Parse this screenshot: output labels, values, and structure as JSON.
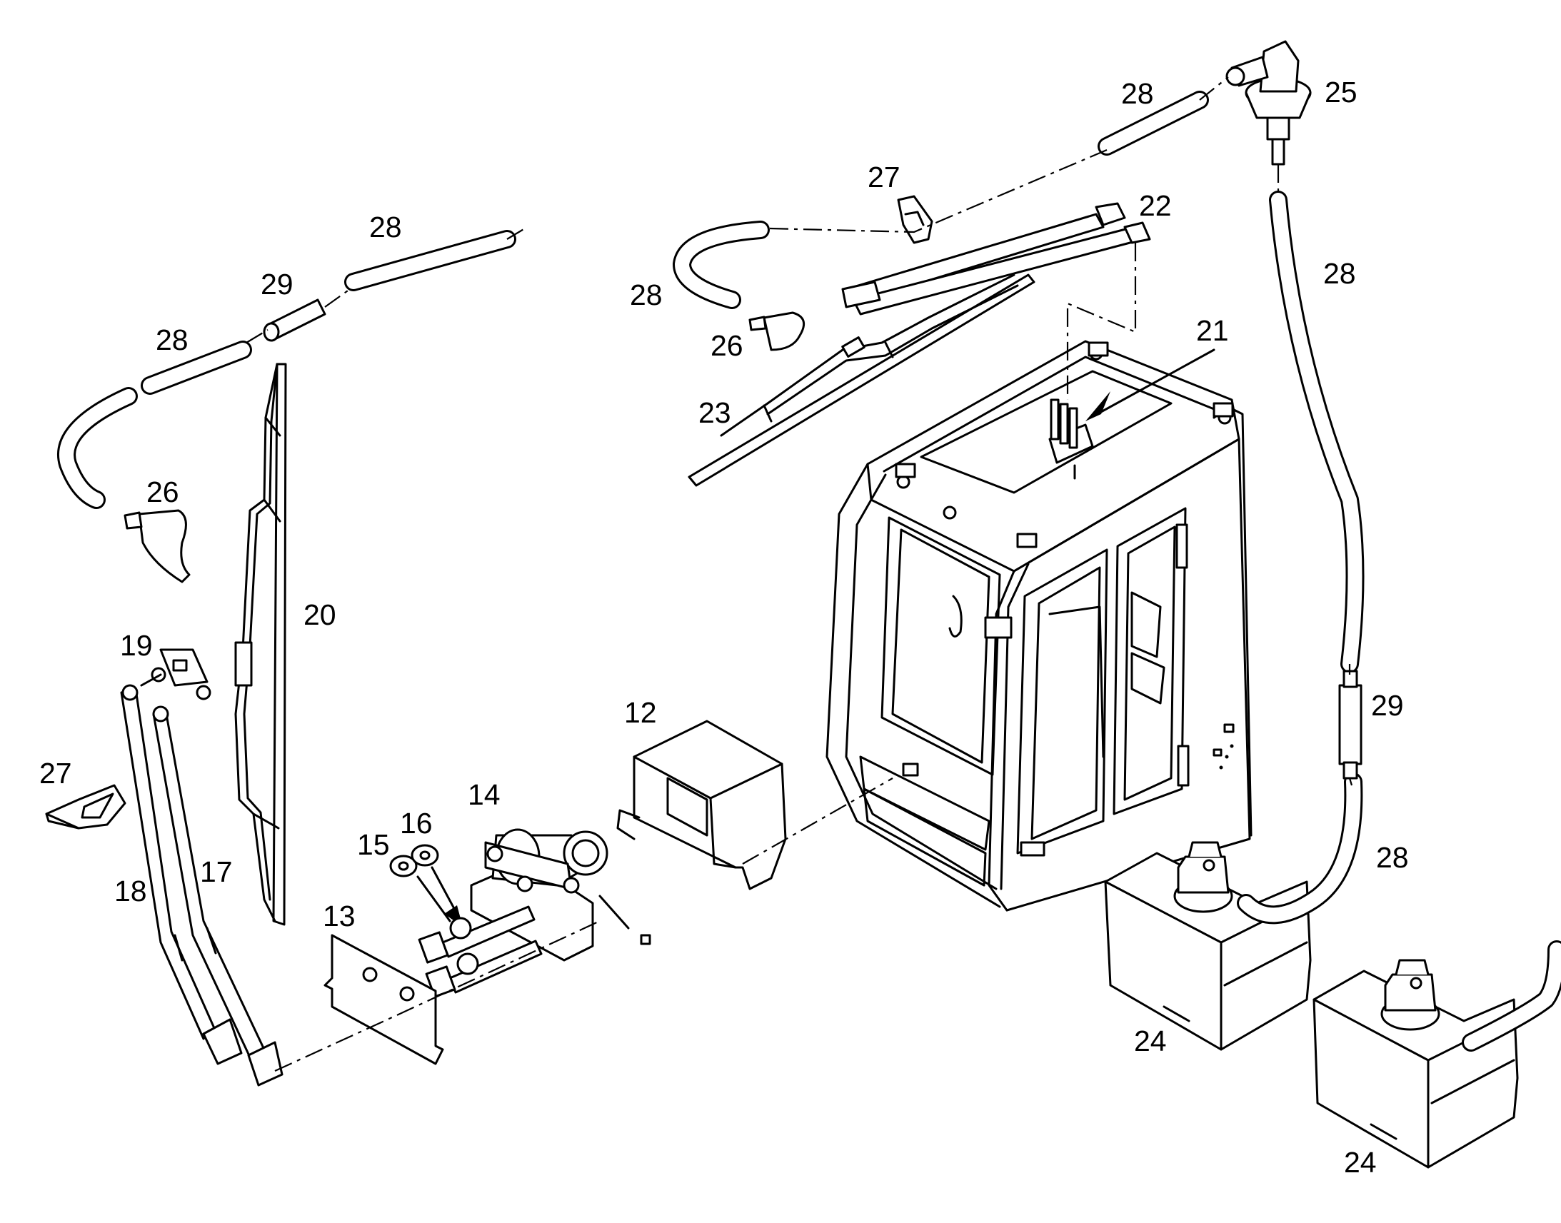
{
  "callouts": [
    {
      "id": "c12",
      "text": "12"
    },
    {
      "id": "c13",
      "text": "13"
    },
    {
      "id": "c14",
      "text": "14"
    },
    {
      "id": "c15",
      "text": "15"
    },
    {
      "id": "c16",
      "text": "16"
    },
    {
      "id": "c17",
      "text": "17"
    },
    {
      "id": "c18",
      "text": "18"
    },
    {
      "id": "c19",
      "text": "19"
    },
    {
      "id": "c20",
      "text": "20"
    },
    {
      "id": "c21",
      "text": "21"
    },
    {
      "id": "c22",
      "text": "22"
    },
    {
      "id": "c23",
      "text": "23"
    },
    {
      "id": "c24a",
      "text": "24"
    },
    {
      "id": "c24b",
      "text": "24"
    },
    {
      "id": "c25",
      "text": "25"
    },
    {
      "id": "c26a",
      "text": "26"
    },
    {
      "id": "c26b",
      "text": "26"
    },
    {
      "id": "c27a",
      "text": "27"
    },
    {
      "id": "c27b",
      "text": "27"
    },
    {
      "id": "c28a",
      "text": "28"
    },
    {
      "id": "c28b",
      "text": "28"
    },
    {
      "id": "c28c",
      "text": "28"
    },
    {
      "id": "c28d",
      "text": "28"
    },
    {
      "id": "c28e",
      "text": "28"
    },
    {
      "id": "c28f",
      "text": "28"
    },
    {
      "id": "c29a",
      "text": "29"
    },
    {
      "id": "c29b",
      "text": "29"
    }
  ]
}
